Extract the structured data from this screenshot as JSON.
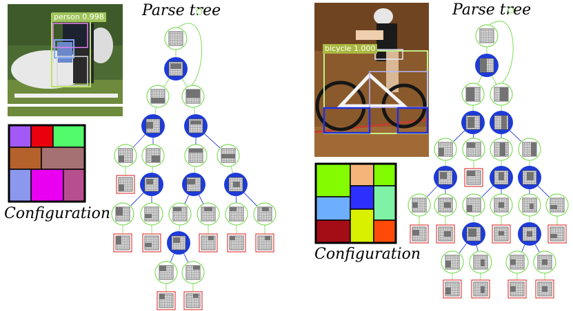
{
  "left": {
    "detection_label": "person 0.998",
    "parse_tree_title": "Parse tree",
    "configuration_title": "Configuration",
    "config_colors": [
      "#a25af7",
      "#e8000c",
      "#52fb6b",
      "#b5612b",
      "#a67172",
      "#8c98ee",
      "#e900f0",
      "#b74e8f"
    ]
  },
  "right": {
    "detection_label": "bicycle 1.000",
    "parse_tree_title": "Parse tree",
    "configuration_title": "Configuration",
    "config_colors": [
      "#84fb00",
      "#f4b47a",
      "#80fb00",
      "#6daeff",
      "#2d2fff",
      "#7ff2a6",
      "#a40d16",
      "#d9f100",
      "#ff4b09"
    ]
  },
  "colors": {
    "node_outline": "#7fdc5a",
    "and_node_fill": "#1e3bd8",
    "terminal_outline": "#e04040",
    "edge": "#3040d8",
    "grid_line": "#666666"
  }
}
